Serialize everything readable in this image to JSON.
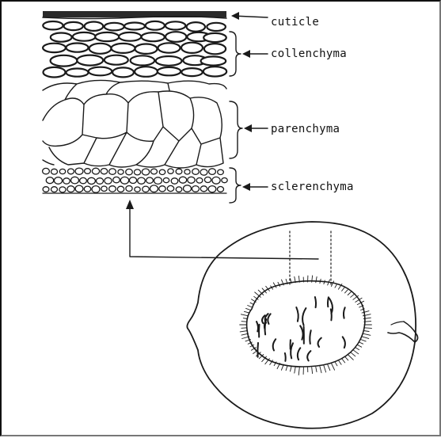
{
  "labels": {
    "cuticle": "cuticle",
    "collenchyma": "collenchyma",
    "parenchyma": "parenchyma",
    "sclerenchyma": "sclerenchyma"
  },
  "colors": {
    "ink": "#1a1a1a",
    "background": "#ffffff"
  }
}
